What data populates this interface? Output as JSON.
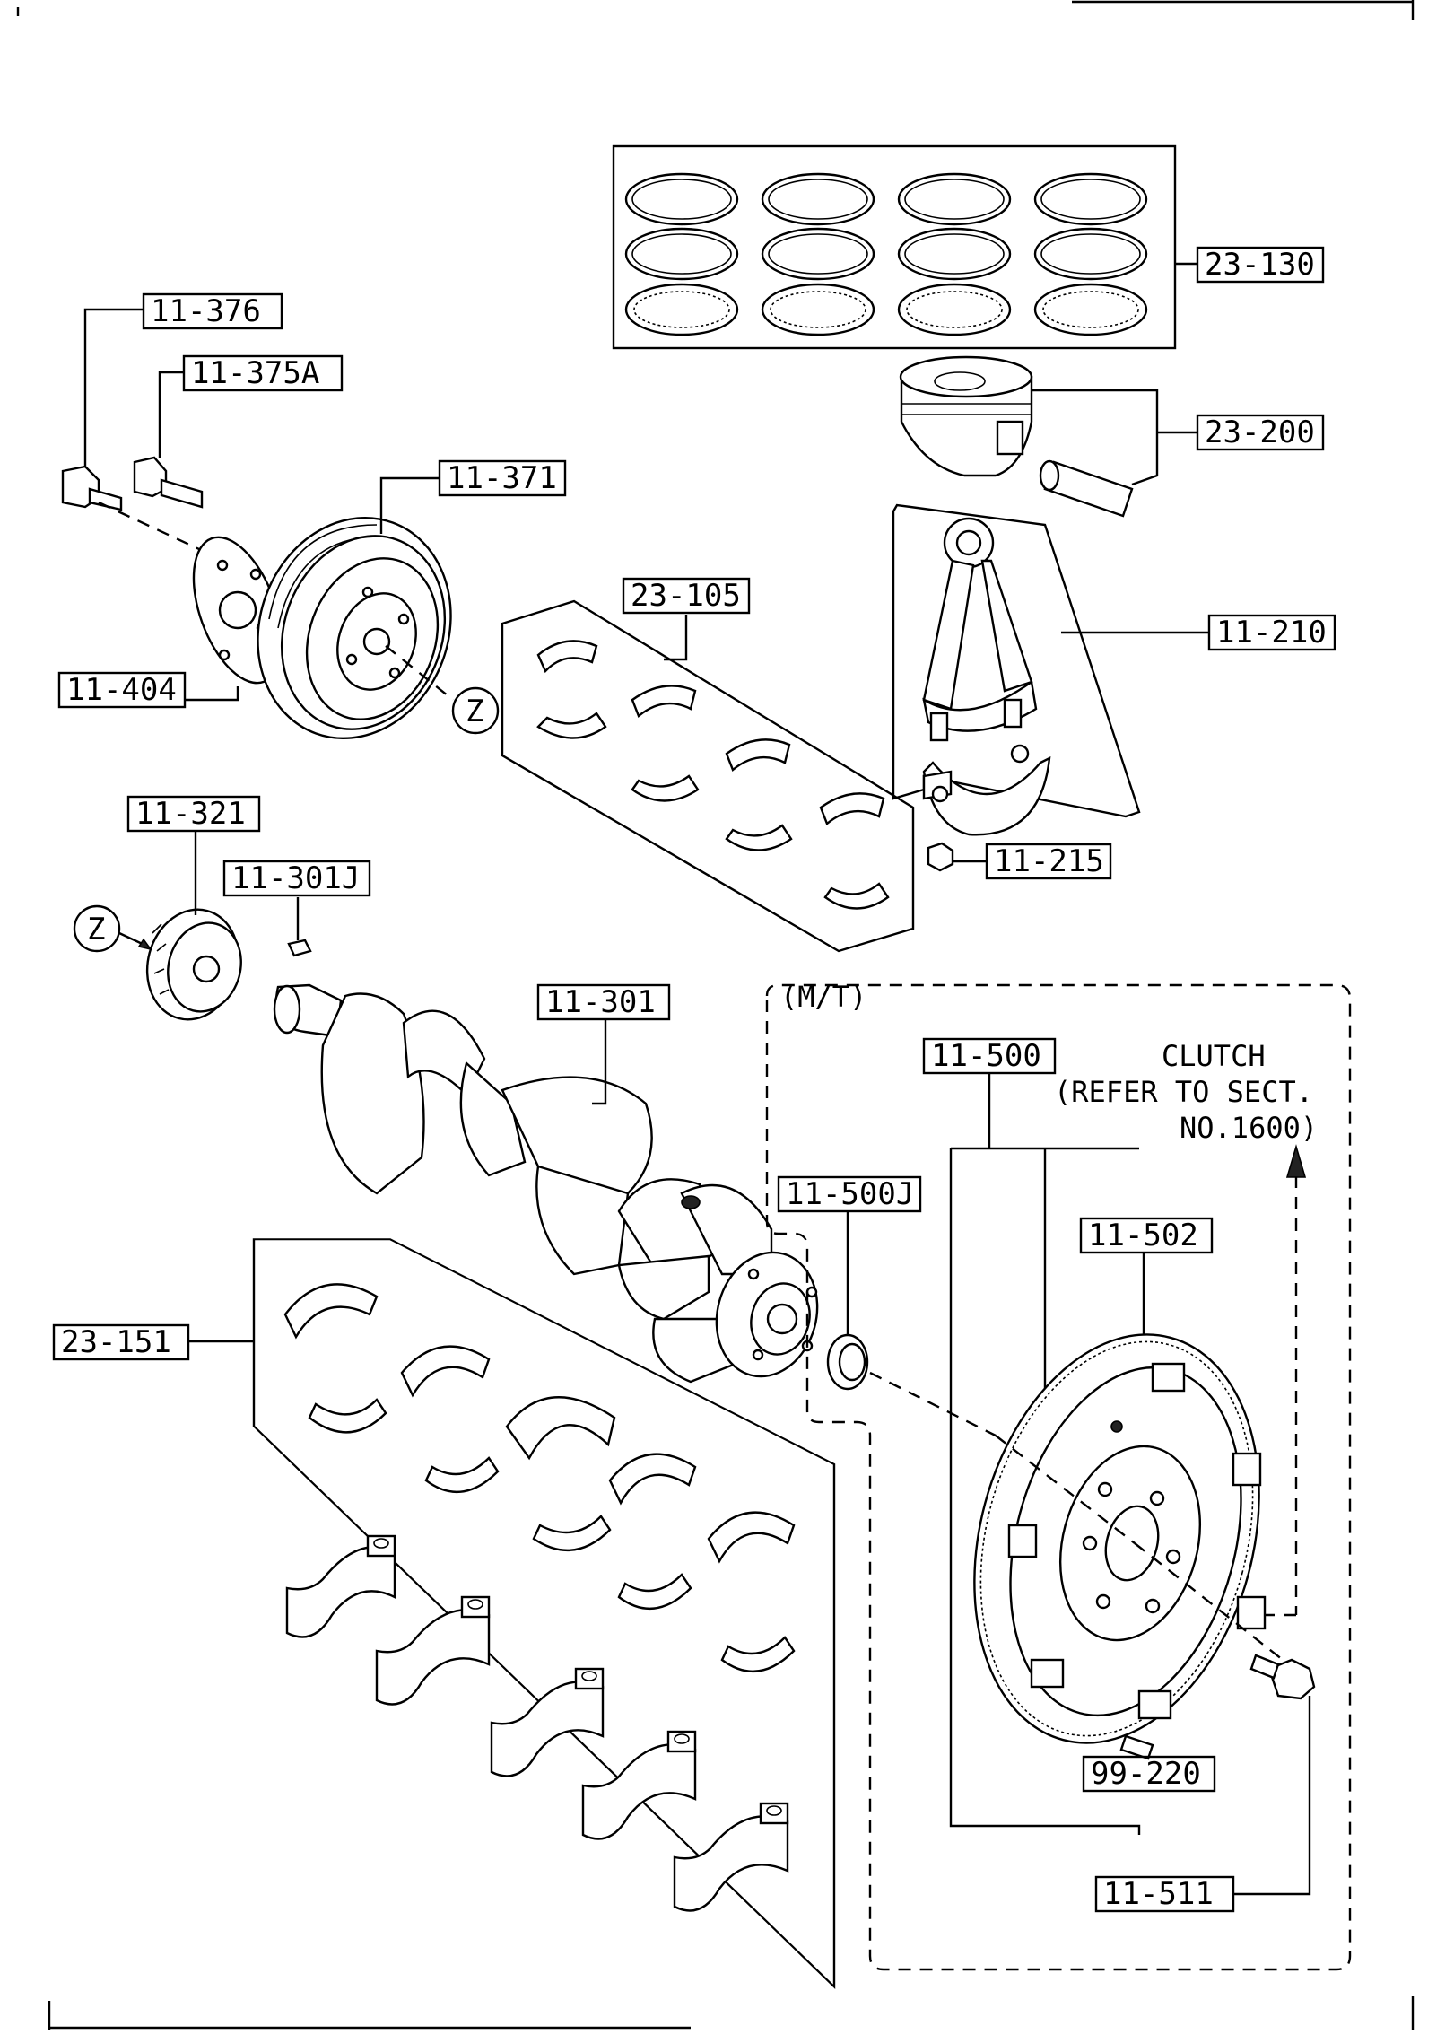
{
  "labels": {
    "p23_130": "23-130",
    "p23_200": "23-200",
    "p11_210": "11-210",
    "p11_215": "11-215",
    "p23_105": "23-105",
    "p11_376": "11-376",
    "p11_375A": "11-375A",
    "p11_371": "11-371",
    "p11_404": "11-404",
    "p11_321": "11-321",
    "p11_301J": "11-301J",
    "p11_301": "11-301",
    "p11_500": "11-500",
    "p11_500J": "11-500J",
    "p11_502": "11-502",
    "p23_151": "23-151",
    "p99_220": "99-220",
    "p11_511": "11-511"
  },
  "refs": {
    "z_top": "Z",
    "z_left": "Z"
  },
  "notes": {
    "mt": "(M/T)",
    "clutch_line1": "CLUTCH",
    "clutch_line2": "(REFER TO SECT.",
    "clutch_line3": "NO.1600)"
  }
}
